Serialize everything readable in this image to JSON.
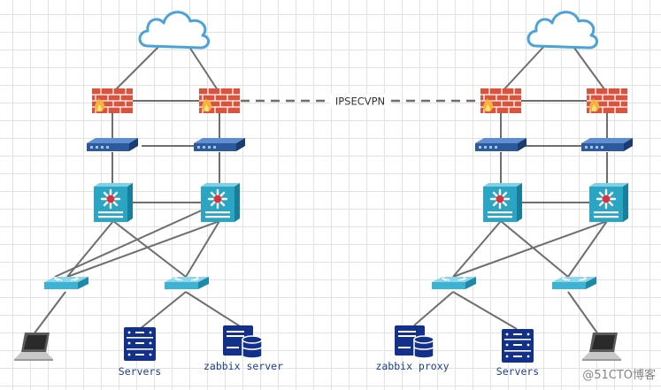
{
  "diagram": {
    "vpn_label": "IPSECVPN",
    "watermark": "@51CTO博客",
    "left_site": {
      "servers_label": "Servers",
      "zabbix_label": "zabbix server"
    },
    "right_site": {
      "zabbix_label": "zabbix proxy",
      "servers_label": "Servers"
    }
  },
  "colors": {
    "cloud_stroke": "#4aa3d8",
    "firewall_brick": "#d9533d",
    "router_blue": "#2d5a9c",
    "core_switch": "#2aa6c4",
    "access_switch": "#3db3d4",
    "server_navy": "#13318a",
    "label_blue": "#1d3f8f",
    "link_gray": "#6e6e6e"
  }
}
